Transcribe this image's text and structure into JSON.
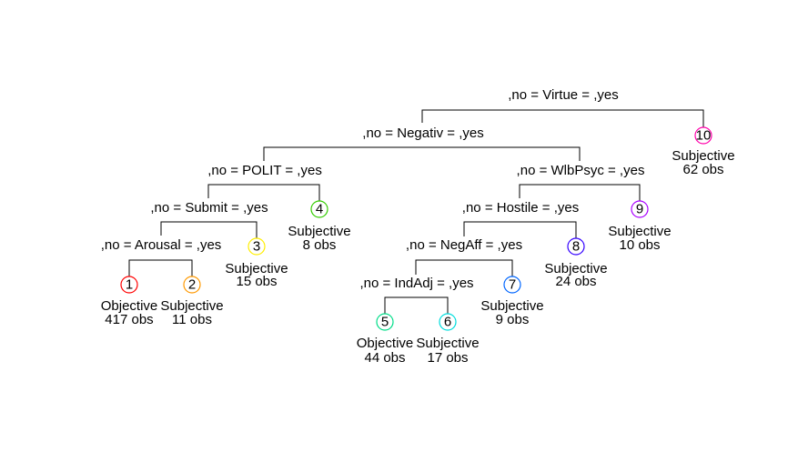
{
  "splits": [
    {
      "id": "virtue",
      "label": ",no = Virtue = ,yes"
    },
    {
      "id": "negativ",
      "label": ",no = Negativ = ,yes"
    },
    {
      "id": "polit",
      "label": ",no = POLIT = ,yes"
    },
    {
      "id": "wlbpsyc",
      "label": ",no = WlbPsyc = ,yes"
    },
    {
      "id": "submit",
      "label": ",no = Submit = ,yes"
    },
    {
      "id": "hostile",
      "label": ",no = Hostile = ,yes"
    },
    {
      "id": "arousal",
      "label": ",no = Arousal = ,yes"
    },
    {
      "id": "negaff",
      "label": ",no = NegAff = ,yes"
    },
    {
      "id": "indadj",
      "label": ",no = IndAdj = ,yes"
    }
  ],
  "leaves": [
    {
      "num": "1",
      "class": "Objective",
      "obs": "417 obs",
      "color": "#ff0000"
    },
    {
      "num": "2",
      "class": "Subjective",
      "obs": "11 obs",
      "color": "#ff9900"
    },
    {
      "num": "3",
      "class": "Subjective",
      "obs": "15 obs",
      "color": "#ffee00"
    },
    {
      "num": "4",
      "class": "Subjective",
      "obs": "8 obs",
      "color": "#33cc00"
    },
    {
      "num": "5",
      "class": "Objective",
      "obs": "44 obs",
      "color": "#00dd88"
    },
    {
      "num": "6",
      "class": "Subjective",
      "obs": "17 obs",
      "color": "#00dddd"
    },
    {
      "num": "7",
      "class": "Subjective",
      "obs": "9 obs",
      "color": "#0066ff"
    },
    {
      "num": "8",
      "class": "Subjective",
      "obs": "24 obs",
      "color": "#3300ff"
    },
    {
      "num": "9",
      "class": "Subjective",
      "obs": "10 obs",
      "color": "#aa00ff"
    },
    {
      "num": "10",
      "class": "Subjective",
      "obs": "62 obs",
      "color": "#ff00aa"
    }
  ]
}
